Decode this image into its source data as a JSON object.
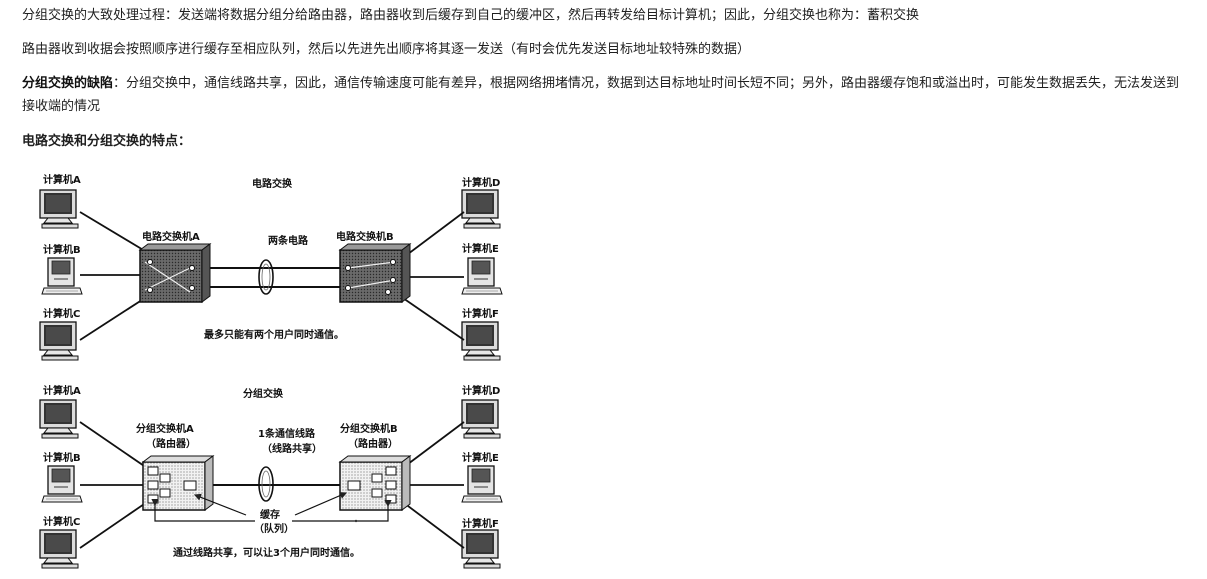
{
  "paragraphs": {
    "p1": "分组交换的大致处理过程：发送端将数据分组分给路由器，路由器收到后缓存到自己的缓冲区，然后再转发给目标计算机；因此，分组交换也称为：蓄积交换",
    "p2": "路由器收到收据会按照顺序进行缓存至相应队列，然后以先进先出顺序将其逐一发送（有时会优先发送目标地址较特殊的数据）",
    "p3_bold": "分组交换的缺陷",
    "p3_rest": "：分组交换中，通信线路共享，因此，通信传输速度可能有差异，根据网络拥堵情况，数据到达目标地址时间长短不同；另外，路由器缓存饱和或溢出时，可能发生数据丢失，无法发送到接收端的情况",
    "p4": "电路交换和分组交换的特点："
  },
  "diagram_circuit": {
    "title": "电路交换",
    "computers": [
      "计算机A",
      "计算机B",
      "计算机C",
      "计算机D",
      "计算机E",
      "计算机F"
    ],
    "switch_a": "电路交换机A",
    "switch_b": "电路交换机B",
    "link_label": "两条电路",
    "caption": "最多只能有两个用户同时通信。"
  },
  "diagram_packet": {
    "title": "分组交换",
    "computers": [
      "计算机A",
      "计算机B",
      "计算机C",
      "计算机D",
      "计算机E",
      "计算机F"
    ],
    "switch_a_line1": "分组交换机A",
    "switch_a_line2": "（路由器）",
    "switch_b_line1": "分组交换机B",
    "switch_b_line2": "（路由器）",
    "link_line1": "1条通信线路",
    "link_line2": "（线路共享）",
    "buffer_line1": "缓存",
    "buffer_line2": "（队列）",
    "caption": "通过线路共享，可以让3个用户同时通信。"
  }
}
